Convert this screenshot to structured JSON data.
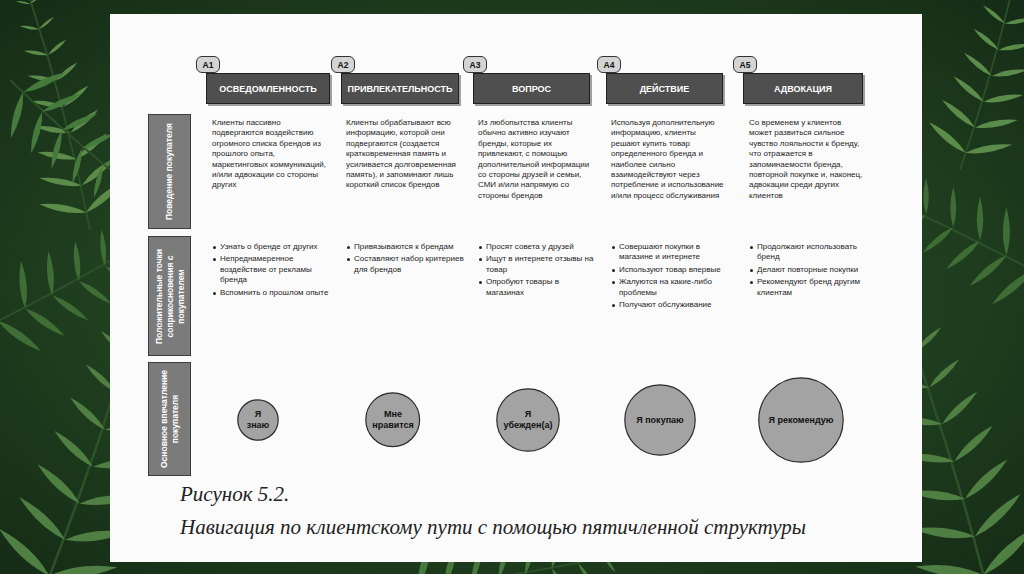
{
  "diagram": {
    "caption": "Навигация по клиентскому пути с помощью пятичленной структуры",
    "nodes": [
      {
        "text": [
          "A1"
        ]
      },
      {
        "text": [
          "ОСВЕДОМЛЕННОСТЬ"
        ]
      },
      {
        "text": [
          "A2"
        ]
      },
      {
        "text": [
          "ПРИВЛЕКАТЕЛЬНОСТЬ"
        ]
      },
      {
        "text": [
          "A3"
        ]
      },
      {
        "text": [
          "ВОПРОС"
        ]
      },
      {
        "text": [
          "A4"
        ]
      },
      {
        "text": [
          "ДЕЙСТВИЕ"
        ]
      },
      {
        "text": [
          "A5"
        ]
      },
      {
        "text": [
          "АДВОКАЦИЯ"
        ]
      },
      {
        "text": [
          "Поведение покупателя"
        ]
      },
      {
        "text": [
          "Положительные точки соприкосновения с покупателем"
        ]
      },
      {
        "text": [
          "Основное впечатление покупателя"
        ]
      },
      {
        "text": [
          "Я знаю"
        ]
      },
      {
        "text": [
          "Мне нравится"
        ]
      },
      {
        "text": [
          "Я убежден(а)"
        ]
      },
      {
        "text": [
          "Я покупаю"
        ]
      },
      {
        "text": [
          "Я рекомендую"
        ]
      }
    ],
    "labels": [
      "Клиенты пассивно подвергаются воздействию огромного списка брендов из прошлого опыта, маркетинговых коммуникаций, и/или адвокации со стороны других",
      "Клиенты обрабатывают всю информацию, которой они подвергаются (создается кратковременная память и усиливается долговременная память), и запоминают лишь короткий список брендов",
      "Из любопытства клиенты обычно активно изучают бренды, которые их привлекают, с помощью дополнительной информации со стороны друзей и семьи, СМИ и/или напрямую со стороны брендов",
      "Используя дополнительную информацию, клиенты решают купить товар определенного бренда и наиболее сильно взаимодействуют через потребление и использование и/или процесс обслуживания",
      "Со временем у клиентов может развиться сильное чувство лояльности к бренду, что отражается в запоминаемости бренда, повторной покупке и, наконец, адвокации среди других клиентов",
      "Узнать о бренде от других",
      "Непреднамеренное воздействие от рекламы бренда",
      "Вспомнить о прошлом опыте",
      "Привязываются к брендам",
      "Составляют набор критериев для брендов",
      "Просят совета у друзей",
      "Ищут в интернете отзывы на товар",
      "Опробуют товары в магазинах",
      "Совершают покупки в магазине и интернете",
      "Используют товар впервые",
      "Жалуются на какие-либо проблемы",
      "Получают обслуживание",
      "Продолжают использовать бренд",
      "Делают повторные покупки",
      "Рекомендуют бренд другим клиентам",
      "Рисунок 5.2."
    ]
  }
}
